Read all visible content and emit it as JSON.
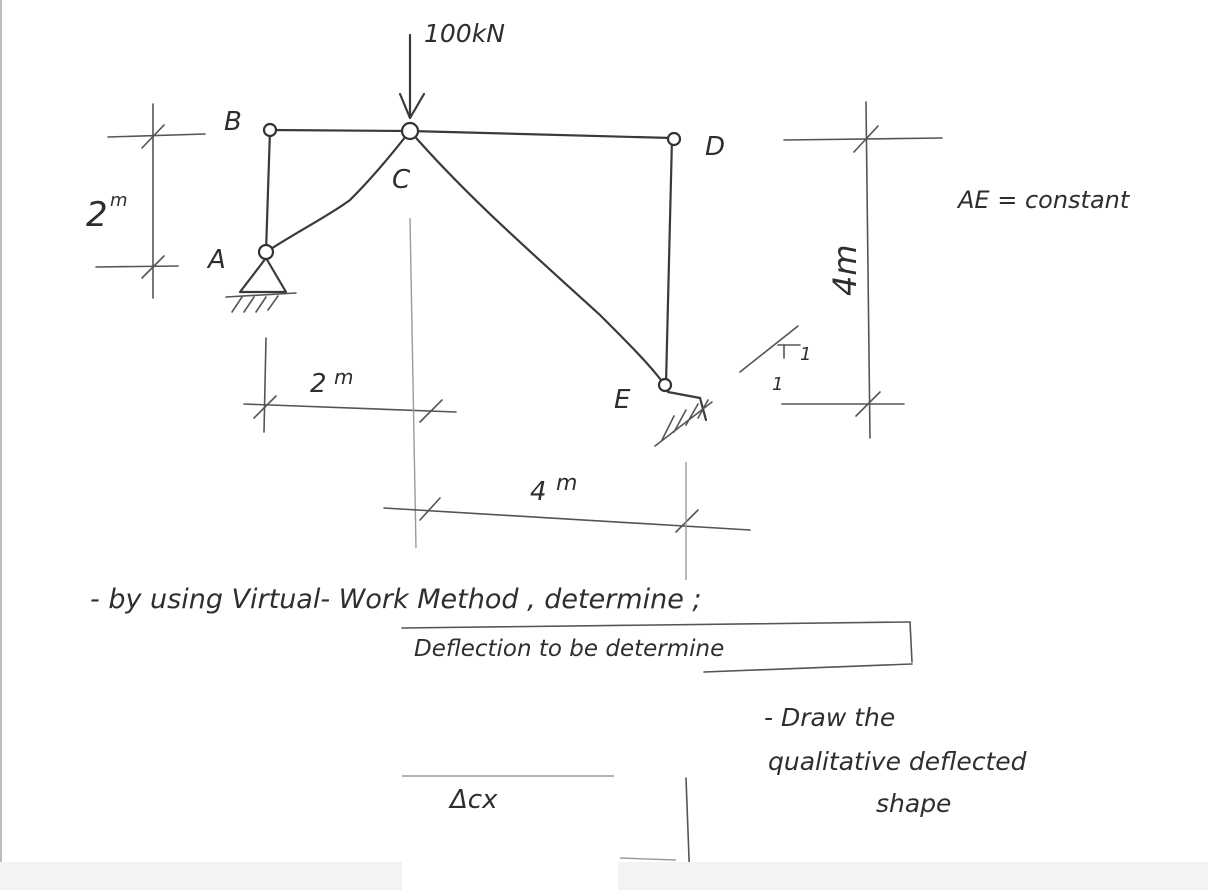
{
  "load": {
    "label": "100kN"
  },
  "nodes": {
    "A": "A",
    "B": "B",
    "C": "C",
    "D": "D",
    "E": "E"
  },
  "dimensions": {
    "height_left": "2",
    "height_left_unit": "m",
    "width_ac": "2",
    "width_ac_unit": "m",
    "width_ce": "4",
    "width_ce_unit": "m",
    "height_right": "4m"
  },
  "property_note": "AE = constant",
  "slope": {
    "rise": "1",
    "run": "1"
  },
  "instructions": {
    "main": "- by using Virtual- Work Method , determine ;",
    "boxed_label": "Deflection to be determine",
    "deflection_symbol": "Δcx",
    "draw_line1": "- Draw the",
    "draw_line2": "qualitative deflected",
    "draw_line3": "shape"
  },
  "colors": {
    "ink": "#2e2e2e",
    "paper": "#ffffff"
  }
}
